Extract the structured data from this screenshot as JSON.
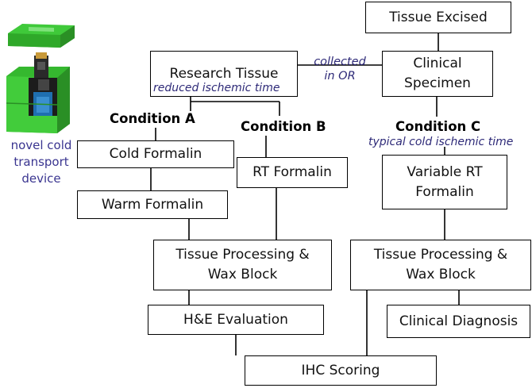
{
  "boxes": {
    "tissue_excised": "Tissue Excised",
    "clinical_specimen": "Clinical\nSpecimen",
    "research_tissue": "Research Tissue",
    "cold_formalin": "Cold Formalin",
    "warm_formalin": "Warm Formalin",
    "rt_formalin": "RT Formalin",
    "variable_rt_formalin": "Variable RT\nFormalin",
    "tissue_processing_left": "Tissue Processing &\nWax Block",
    "tissue_processing_right": "Tissue Processing &\nWax Block",
    "he_evaluation": "H&E Evaluation",
    "clinical_diagnosis": "Clinical Diagnosis",
    "ihc_scoring": "IHC Scoring"
  },
  "notes": {
    "reduced_ischemic": "reduced ischemic time",
    "collected_in_or": "collected\nin OR",
    "typical_cold_ischemic": "typical cold ischemic time"
  },
  "conditions": {
    "a": "Condition A",
    "b": "Condition B",
    "c": "Condition C"
  },
  "device": {
    "label": "novel cold\ntransport\ndevice",
    "icon": "cold-transport-device-icon"
  },
  "colors": {
    "line": "#000000",
    "note_text": "#2e2a78",
    "device_green": "#3fc93a",
    "device_dark_green": "#2a8f25",
    "device_blue": "#1f6fb0"
  }
}
